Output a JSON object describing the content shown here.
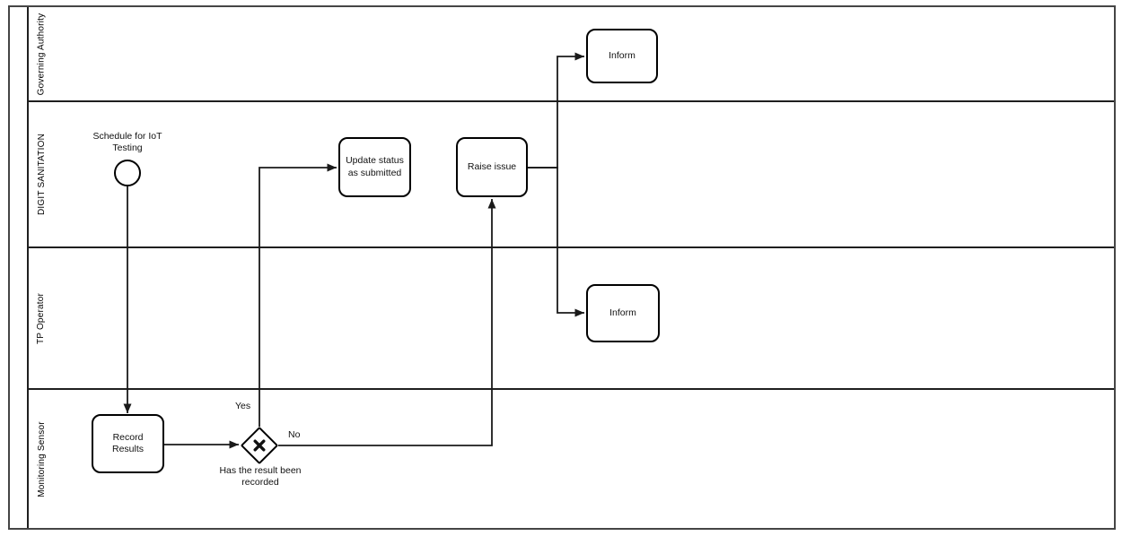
{
  "lanes": [
    {
      "label": "Governing Authority"
    },
    {
      "label": "DIGIT SANITATION"
    },
    {
      "label": "TP Operator"
    },
    {
      "label": "Monitoring Sensor"
    }
  ],
  "nodes": {
    "start_event": {
      "label": "Schedule for IoT Testing"
    },
    "record_results": {
      "label": "Record Results"
    },
    "gateway": {
      "question": "Has the result been recorded",
      "yes_label": "Yes",
      "no_label": "No"
    },
    "update_status": {
      "label": "Update status as submitted"
    },
    "raise_issue": {
      "label": "Raise issue"
    },
    "inform_governing_authority": {
      "label": "Inform"
    },
    "inform_tp_operator": {
      "label": "Inform"
    }
  },
  "colors": {
    "stroke": "#000000",
    "pool_border": "#454545",
    "fill": "#ffffff",
    "background": "#ffffff"
  }
}
